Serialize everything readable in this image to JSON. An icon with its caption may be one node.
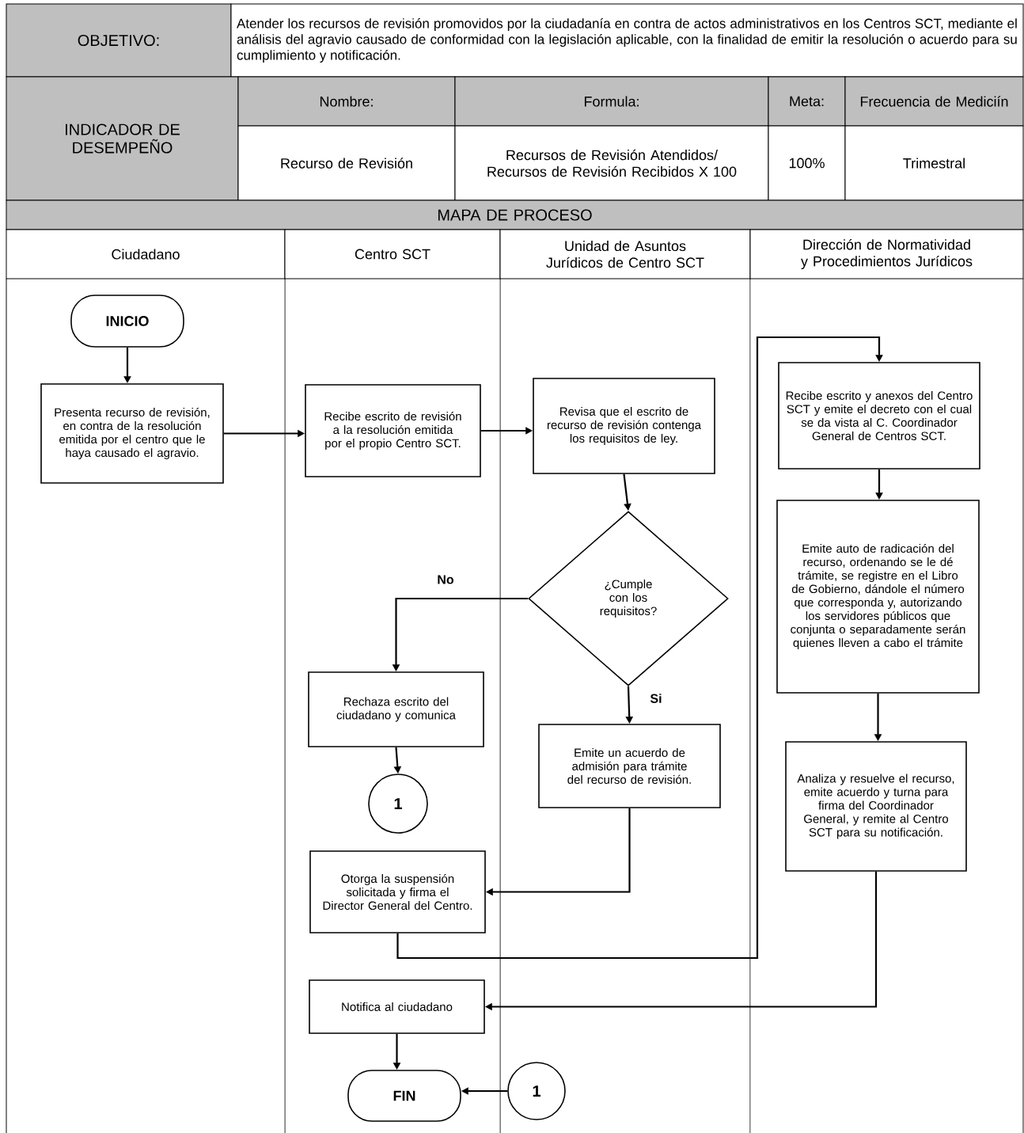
{
  "diagram": {
    "nodes": [
      {
        "text": [
          "INICIO"
        ]
      },
      {
        "text": [
          "Presenta recurso de revisión, en contra de la resolución emitida por el centro que le haya causado el agravio."
        ]
      },
      {
        "text": [
          "Recibe escrito de revisión a la resolución emitida por el propio Centro SCT."
        ]
      },
      {
        "text": [
          "Revisa que el escrito de recurso de revisión contenga los requisitos de ley."
        ]
      },
      {
        "text": [
          "¿Cumple con los requisitos?"
        ]
      },
      {
        "text": [
          "Rechaza escrito del ciudadano y comunica"
        ]
      },
      {
        "text": [
          "1"
        ]
      },
      {
        "text": [
          "Emite un acuerdo de admisión para trámite del recurso de revisión."
        ]
      },
      {
        "text": [
          "Otorga la suspensión solicitada y firma el Director General del Centro."
        ]
      },
      {
        "text": [
          "Recibe escrito y anexos del Centro SCT y emite el decreto con el cual se da vista al C. Coordinador General de Centros SCT."
        ]
      },
      {
        "text": [
          "Emite auto de radicación del recurso, ordenando se le dé trámite, se registre en el Libro de Gobierno, dándole el número que corresponda y, autorizando los servidores públicos que conjunta o separadamente serán quienes lleven a cabo el trámite"
        ]
      },
      {
        "text": [
          "Analiza y resuelve el recurso, emite acuerdo y turna para firma del Coordinador General, y remite al Centro SCT para su notificación."
        ]
      },
      {
        "text": [
          "Notifica al ciudadano"
        ]
      },
      {
        "text": [
          "FIN"
        ]
      },
      {
        "text": [
          "1"
        ]
      }
    ],
    "edges": [
      {
        "from": 0,
        "to": 1,
        "arrow": "to"
      },
      {
        "from": 1,
        "to": 2,
        "arrow": "to"
      },
      {
        "from": 2,
        "to": 3,
        "arrow": "to"
      },
      {
        "from": 3,
        "to": 4,
        "arrow": "to"
      },
      {
        "from": 4,
        "to": 5,
        "arrow": "to",
        "label": "No"
      },
      {
        "from": 4,
        "to": 7,
        "arrow": "to",
        "label": "Si"
      },
      {
        "from": 5,
        "to": 6,
        "arrow": "to"
      },
      {
        "from": 7,
        "to": 8,
        "arrow": "to"
      },
      {
        "from": 8,
        "to": 9,
        "arrow": "to"
      },
      {
        "from": 9,
        "to": 10,
        "arrow": "to"
      },
      {
        "from": 10,
        "to": 11,
        "arrow": "to"
      },
      {
        "from": 11,
        "to": 12,
        "arrow": "to"
      },
      {
        "from": 12,
        "to": 13,
        "arrow": "to"
      },
      {
        "from": 14,
        "to": 13,
        "arrow": "to"
      }
    ],
    "labels": [
      "OBJETIVO:",
      "Atender los recursos de revisión promovidos por la ciudadanía en contra de actos administrativos en los Centros SCT, mediante el análisis del agravio causado de conformidad con la legislación aplicable, con la finalidad de emitir la resolución o acuerdo para su cumplimiento y notificación.",
      "INDICADOR DE DESEMPEÑO",
      "Nombre:",
      "Formula:",
      "Meta:",
      "Frecuencia de Mediciín",
      "Recurso de Revisión",
      "Recursos de Revisión Atendidos/ Recursos de Revisión Recibidos X 100",
      "100%",
      "Trimestral",
      "MAPA DE PROCESO",
      "Ciudadano",
      "Centro SCT",
      "Unidad de Asuntos Jurídicos de Centro SCT",
      "Dirección de Normatividad y Procedimientos Jurídicos"
    ]
  }
}
